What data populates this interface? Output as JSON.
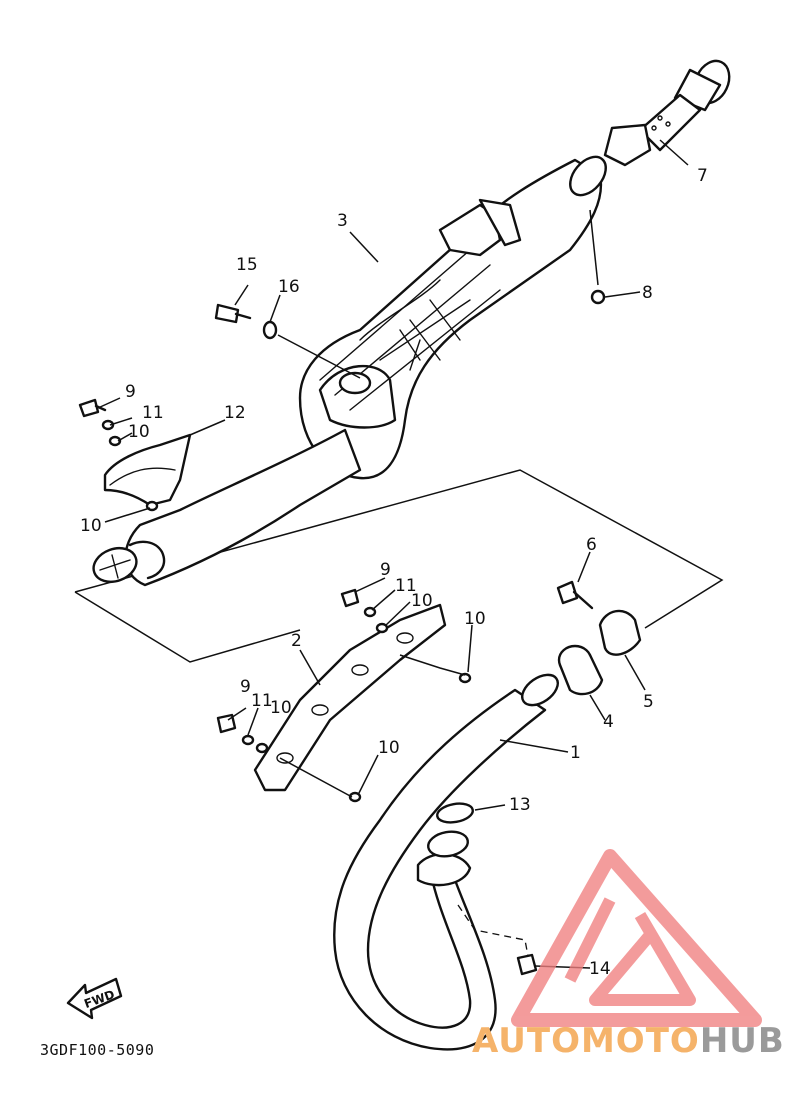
{
  "diagram": {
    "reference_code": "3GDF100-5090",
    "fwd_label": "FWD",
    "callouts": [
      {
        "id": "c1",
        "label": "1"
      },
      {
        "id": "c2",
        "label": "2"
      },
      {
        "id": "c3",
        "label": "3"
      },
      {
        "id": "c4",
        "label": "4"
      },
      {
        "id": "c5",
        "label": "5"
      },
      {
        "id": "c6",
        "label": "6"
      },
      {
        "id": "c7",
        "label": "7"
      },
      {
        "id": "c8",
        "label": "8"
      },
      {
        "id": "c9a",
        "label": "9"
      },
      {
        "id": "c9b",
        "label": "9"
      },
      {
        "id": "c9c",
        "label": "9"
      },
      {
        "id": "c10a",
        "label": "10"
      },
      {
        "id": "c10b",
        "label": "10"
      },
      {
        "id": "c10c",
        "label": "10"
      },
      {
        "id": "c10d",
        "label": "10"
      },
      {
        "id": "c10e",
        "label": "10"
      },
      {
        "id": "c10f",
        "label": "10"
      },
      {
        "id": "c11a",
        "label": "11"
      },
      {
        "id": "c11b",
        "label": "11"
      },
      {
        "id": "c11c",
        "label": "11"
      },
      {
        "id": "c12",
        "label": "12"
      },
      {
        "id": "c13",
        "label": "13"
      },
      {
        "id": "c14",
        "label": "14"
      },
      {
        "id": "c15",
        "label": "15"
      },
      {
        "id": "c16",
        "label": "16"
      }
    ]
  },
  "watermark": {
    "word_part1": "AUTOMOTO",
    "word_part2": "HUB",
    "color_part1": "#f5b36a",
    "color_part2": "#9a9a9a",
    "logo_color": "#f08080"
  }
}
